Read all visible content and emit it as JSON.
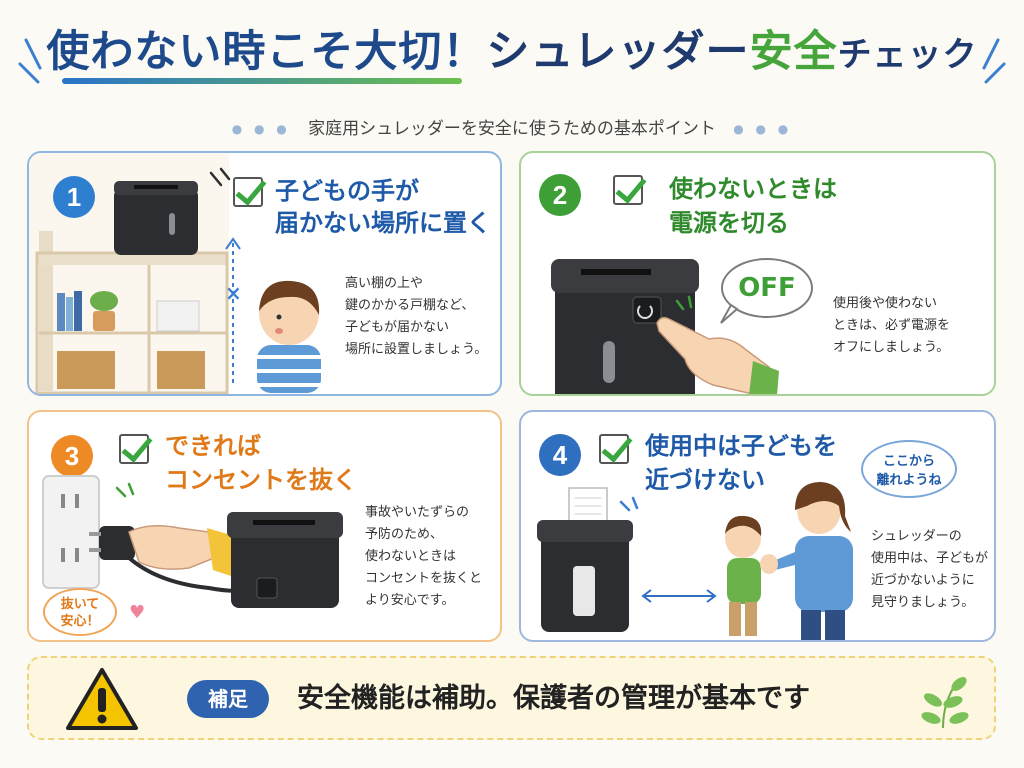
{
  "header": {
    "title_part1": "使わない時こそ大切！",
    "title_part2": "シュレッダー",
    "title_part3": "安全",
    "title_part4": "チェック",
    "subtitle": "家庭用シュレッダーを安全に使うための基本ポイント"
  },
  "cards": [
    {
      "number": "1",
      "heading_line1": "子どもの手が",
      "heading_line2": "届かない場所に置く",
      "body": [
        "高い棚の上や",
        "鍵のかかる戸棚など、",
        "子どもが届かない",
        "場所に設置しましょう。"
      ],
      "mark": "×"
    },
    {
      "number": "2",
      "heading_line1": "使わないときは",
      "heading_line2": "電源を切る",
      "bubble": "OFF",
      "body": [
        "使用後や使わない",
        "ときは、必ず電源を",
        "オフにしましょう。"
      ]
    },
    {
      "number": "3",
      "heading_line1": "できれば",
      "heading_line2": "コンセントを抜く",
      "bubble_line1": "抜いて",
      "bubble_line2": "安心！",
      "body": [
        "事故やいたずらの",
        "予防のため、",
        "使わないときは",
        "コンセントを抜くと",
        "より安心です。"
      ]
    },
    {
      "number": "4",
      "heading_line1": "使用中は子どもを",
      "heading_line2": "近づけない",
      "bubble_line1": "ここから",
      "bubble_line2": "離れようね",
      "body": [
        "シュレッダーの",
        "使用中は、子どもが",
        "近づかないように",
        "見守りましょう。"
      ]
    }
  ],
  "footer": {
    "badge": "補足",
    "text": "安全機能は補助。保護者の管理が基本です"
  },
  "colors": {
    "blue": "#1e5aa8",
    "green": "#3f9f37",
    "orange": "#ee8a25",
    "navy": "#1e3a6e"
  },
  "icons": [
    "check-icon",
    "warning-icon",
    "leaf-icon",
    "power-icon",
    "heart-icon"
  ]
}
